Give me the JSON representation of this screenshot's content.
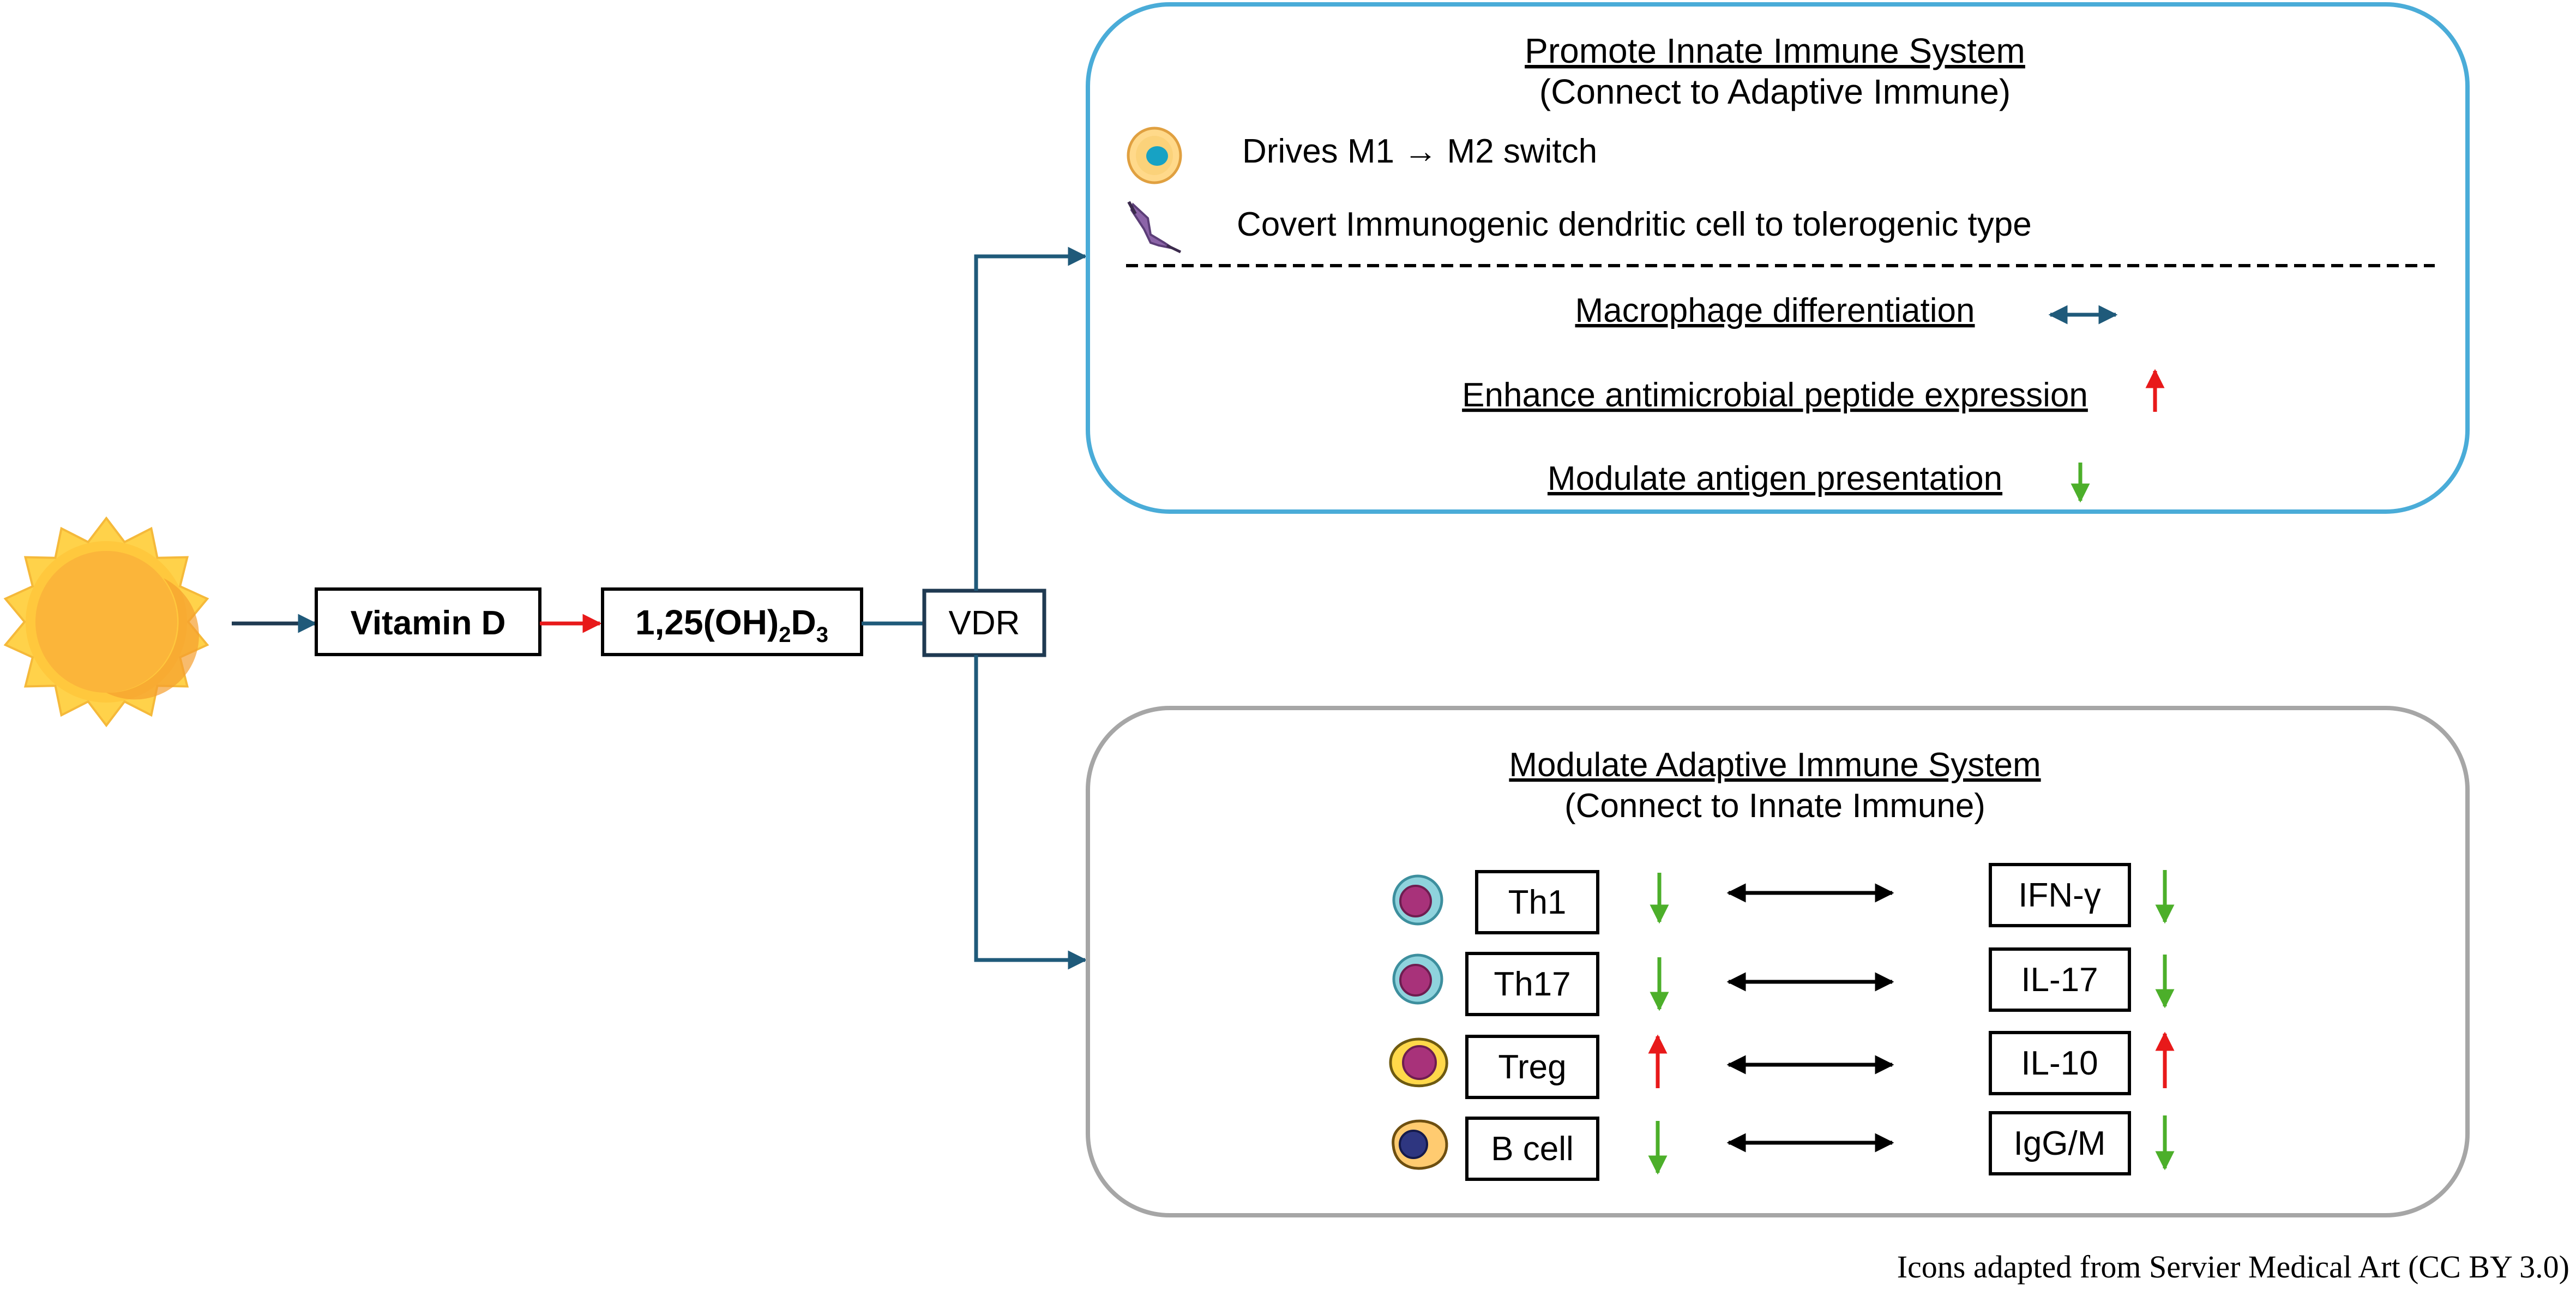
{
  "pathway": {
    "vitamin_d": "Vitamin D",
    "active_base": "1,25(OH)",
    "active_sub1": "2",
    "active_mid": "D",
    "active_sub2": "3",
    "receptor": "VDR"
  },
  "innate": {
    "title": "Promote Innate Immune System",
    "subtitle": "(Connect to Adaptive Immune)",
    "items": [
      {
        "text": "Drives M1 → M2 switch",
        "icon": "macrophage-icon"
      },
      {
        "text": "Covert Immunogenic dendritic cell to tolerogenic type",
        "icon": "dendritic-cell-icon"
      }
    ],
    "effects": [
      {
        "text": "Macrophage differentiation",
        "direction": "bidirectional"
      },
      {
        "text": "Enhance antimicrobial peptide expression",
        "direction": "up"
      },
      {
        "text": "Modulate antigen presentation",
        "direction": "down"
      }
    ]
  },
  "adaptive": {
    "title": "Modulate Adaptive Immune System",
    "subtitle": "(Connect to Innate Immune)",
    "rows": [
      {
        "cell": "Th1",
        "cell_dir": "down",
        "cytokine": "IFN-γ",
        "cyto_dir": "down",
        "icon": "t-cell-icon"
      },
      {
        "cell": "Th17",
        "cell_dir": "down",
        "cytokine": "IL-17",
        "cyto_dir": "down",
        "icon": "t-cell-icon"
      },
      {
        "cell": "Treg",
        "cell_dir": "up",
        "cytokine": "IL-10",
        "cyto_dir": "up",
        "icon": "treg-cell-icon"
      },
      {
        "cell": "B cell",
        "cell_dir": "down",
        "cytokine": "IgG/M",
        "cyto_dir": "down",
        "icon": "b-cell-icon"
      }
    ]
  },
  "footer": "Icons adapted from Servier Medical Art (CC BY 3.0)",
  "colors": {
    "innate_border": "#4AACD8",
    "adaptive_border": "#A6A6A6",
    "connector": "#1F5A7A",
    "red": "#E8191A",
    "green": "#4CAF2A",
    "sun_core": "#FBB53A",
    "sun_rays": "#FFD24A"
  }
}
